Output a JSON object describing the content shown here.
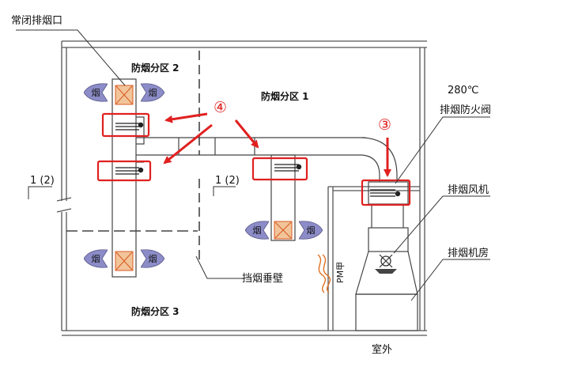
{
  "labels": {
    "normally_closed_outlet": "常闭排烟口",
    "zone2": "防烟分区 2",
    "zone1": "防烟分区 1",
    "zone3": "防烟分区 3",
    "temp": "280℃",
    "fire_damper": "排烟防火阀",
    "fan": "排烟风机",
    "machine_room": "排烟机房",
    "smoke_wall": "挡烟垂壁",
    "outdoor": "室外",
    "level_left": "1 (2)",
    "level_mid": "1 (2)",
    "pm": "PM甲",
    "smoke_glyph": "烟"
  },
  "markers": {
    "four": "④",
    "three": "③"
  },
  "colors": {
    "highlight": "#e02020",
    "arrow_fill": "#8c8cc8",
    "outlet_fill": "#f2c49a",
    "outlet_x": "#d85a20"
  }
}
